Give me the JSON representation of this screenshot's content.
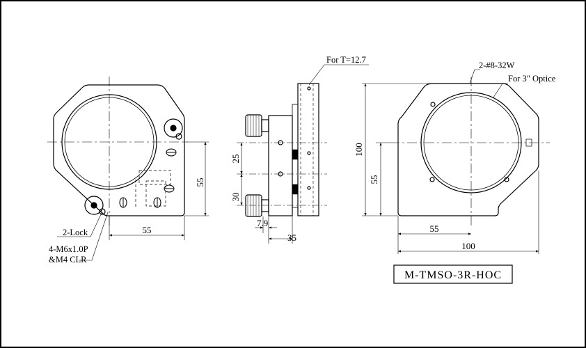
{
  "notes": {
    "for_t": "For T=12.7",
    "screws": "2-#8-32W",
    "optics": "For 3\" Optice",
    "lock": "2-Lock",
    "mount_line1": "4-M6x1.0P",
    "mount_line2": "&M4 CLR"
  },
  "dims": {
    "left_h": "55",
    "left_w": "55",
    "side_25": "25",
    "side_30": "30",
    "side_7_9": "7.9",
    "side_35": "35",
    "right_100v": "100",
    "right_55v": "55",
    "right_55h": "55",
    "right_100h": "100"
  },
  "model": "M-TMSO-3R-HOC"
}
